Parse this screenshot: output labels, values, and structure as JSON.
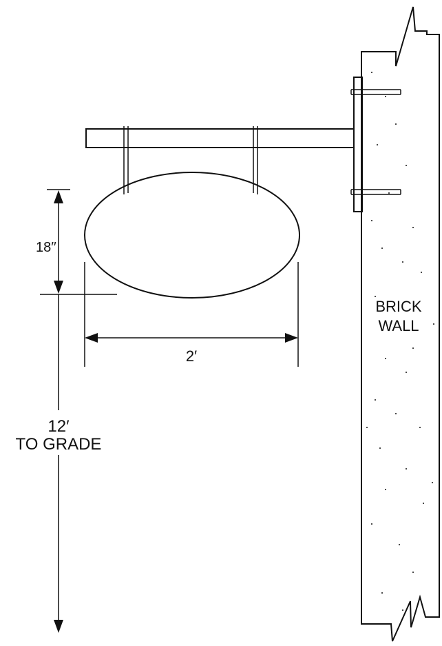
{
  "labels": {
    "sign_height": "18′′",
    "sign_width": "2′",
    "clearance_value": "12′",
    "clearance_ref": "TO GRADE",
    "wall_line1": "BRICK",
    "wall_line2": "WALL"
  },
  "colors": {
    "line": "#111111",
    "background": "#ffffff"
  }
}
